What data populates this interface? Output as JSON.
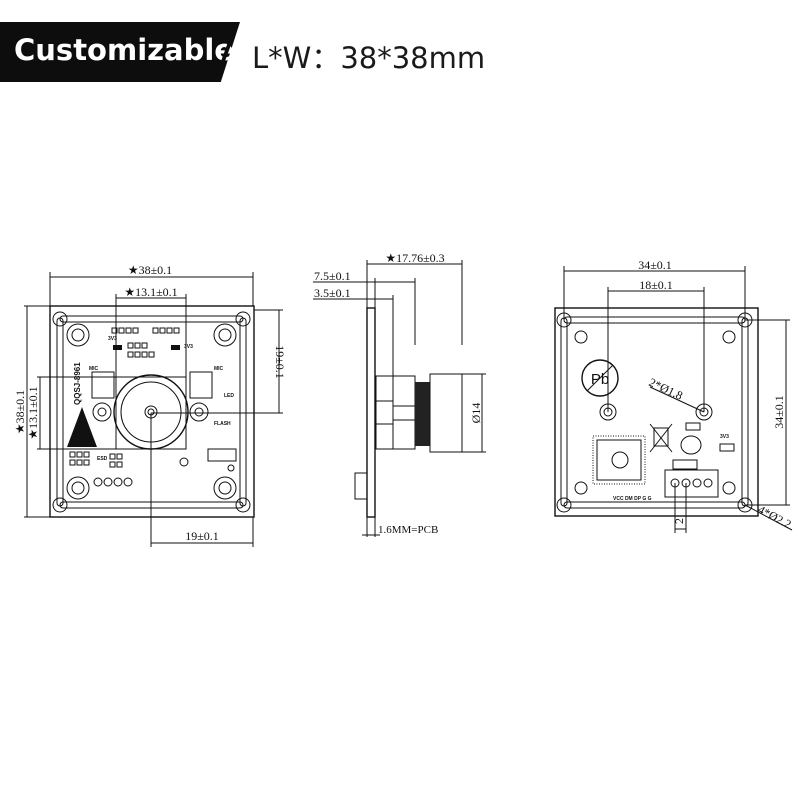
{
  "header": {
    "badge": "Customizable",
    "spec": "L*W：38*38mm"
  },
  "front_view": {
    "width_dim": "★38±0.1",
    "lens_width_dim": "★13.1±0.1",
    "height_dim": "★38±0.1",
    "lens_height_dim": "★13.1±0.1",
    "center_v_dim": "19±0.1",
    "center_h_dim": "19±0.1",
    "model": "QQSJ-8961",
    "labels": {
      "mic_left": "MIC",
      "mic_right": "MIC",
      "led": "LED",
      "flash": "FLASH",
      "v_left": "3V3",
      "v_right": "3V3",
      "esd": "ESD"
    }
  },
  "side_view": {
    "total_depth_dim": "★17.76±0.3",
    "depth_7_5": "7.5±0.1",
    "depth_3_5": "3.5±0.1",
    "lens_dia": "Ø14",
    "pcb_note": "1.6MM=PCB"
  },
  "back_view": {
    "hole_span_dim": "34±0.1",
    "mount_span_dim": "18±0.1",
    "hole_v_dim": "34±0.1",
    "mount_hole_note": "2*Ø1.8",
    "corner_hole_note": "4*Ø2.2",
    "pin_pitch": "2",
    "pins_label": "VCC DM DP G G",
    "pb_symbol": "Pb",
    "v_label": "3V3"
  }
}
